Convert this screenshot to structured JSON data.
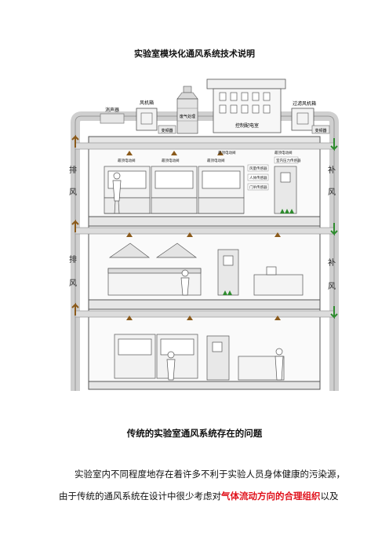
{
  "page": {
    "title": "实验室模块化通风系统技术说明"
  },
  "diagram": {
    "equipment": {
      "silencer": "消声器",
      "fan_box": "风机箱",
      "scrubber": "废气处理",
      "filter_fan_box": "过滤风机箱",
      "fan_box_left": "变频器",
      "control_room": "控制配电室",
      "inverter_right": "变频器"
    },
    "side_labels": {
      "exhaust_1": "排",
      "exhaust_2": "风",
      "exhaust_3": "排",
      "exhaust_4": "风",
      "supply_1": "补",
      "supply_2": "风",
      "supply_3": "补",
      "supply_4": "风"
    },
    "control_labels": {
      "valve_a": "最顶电动阀",
      "valve_b": "最顶电动阀",
      "valve_c": "最顶电动阀",
      "valve_d": "最顶电动阀",
      "valve_e": "最顶电动阀",
      "sensor_air": "风量传感器",
      "sensor_body": "人体传感器",
      "sensor_door": "门吊传感器",
      "controller": "室内压力传感器"
    }
  },
  "section": {
    "heading": "传统的实验室通风系统存在的问题",
    "para1": "实验室内不同程度地存在着许多不利于实验人员身体健康的污染源，",
    "para2_before": "由于传统的通风系统在设计中很少考虑对",
    "para2_highlight": "气体流动方向的合理组织",
    "para2_after": "以及"
  }
}
